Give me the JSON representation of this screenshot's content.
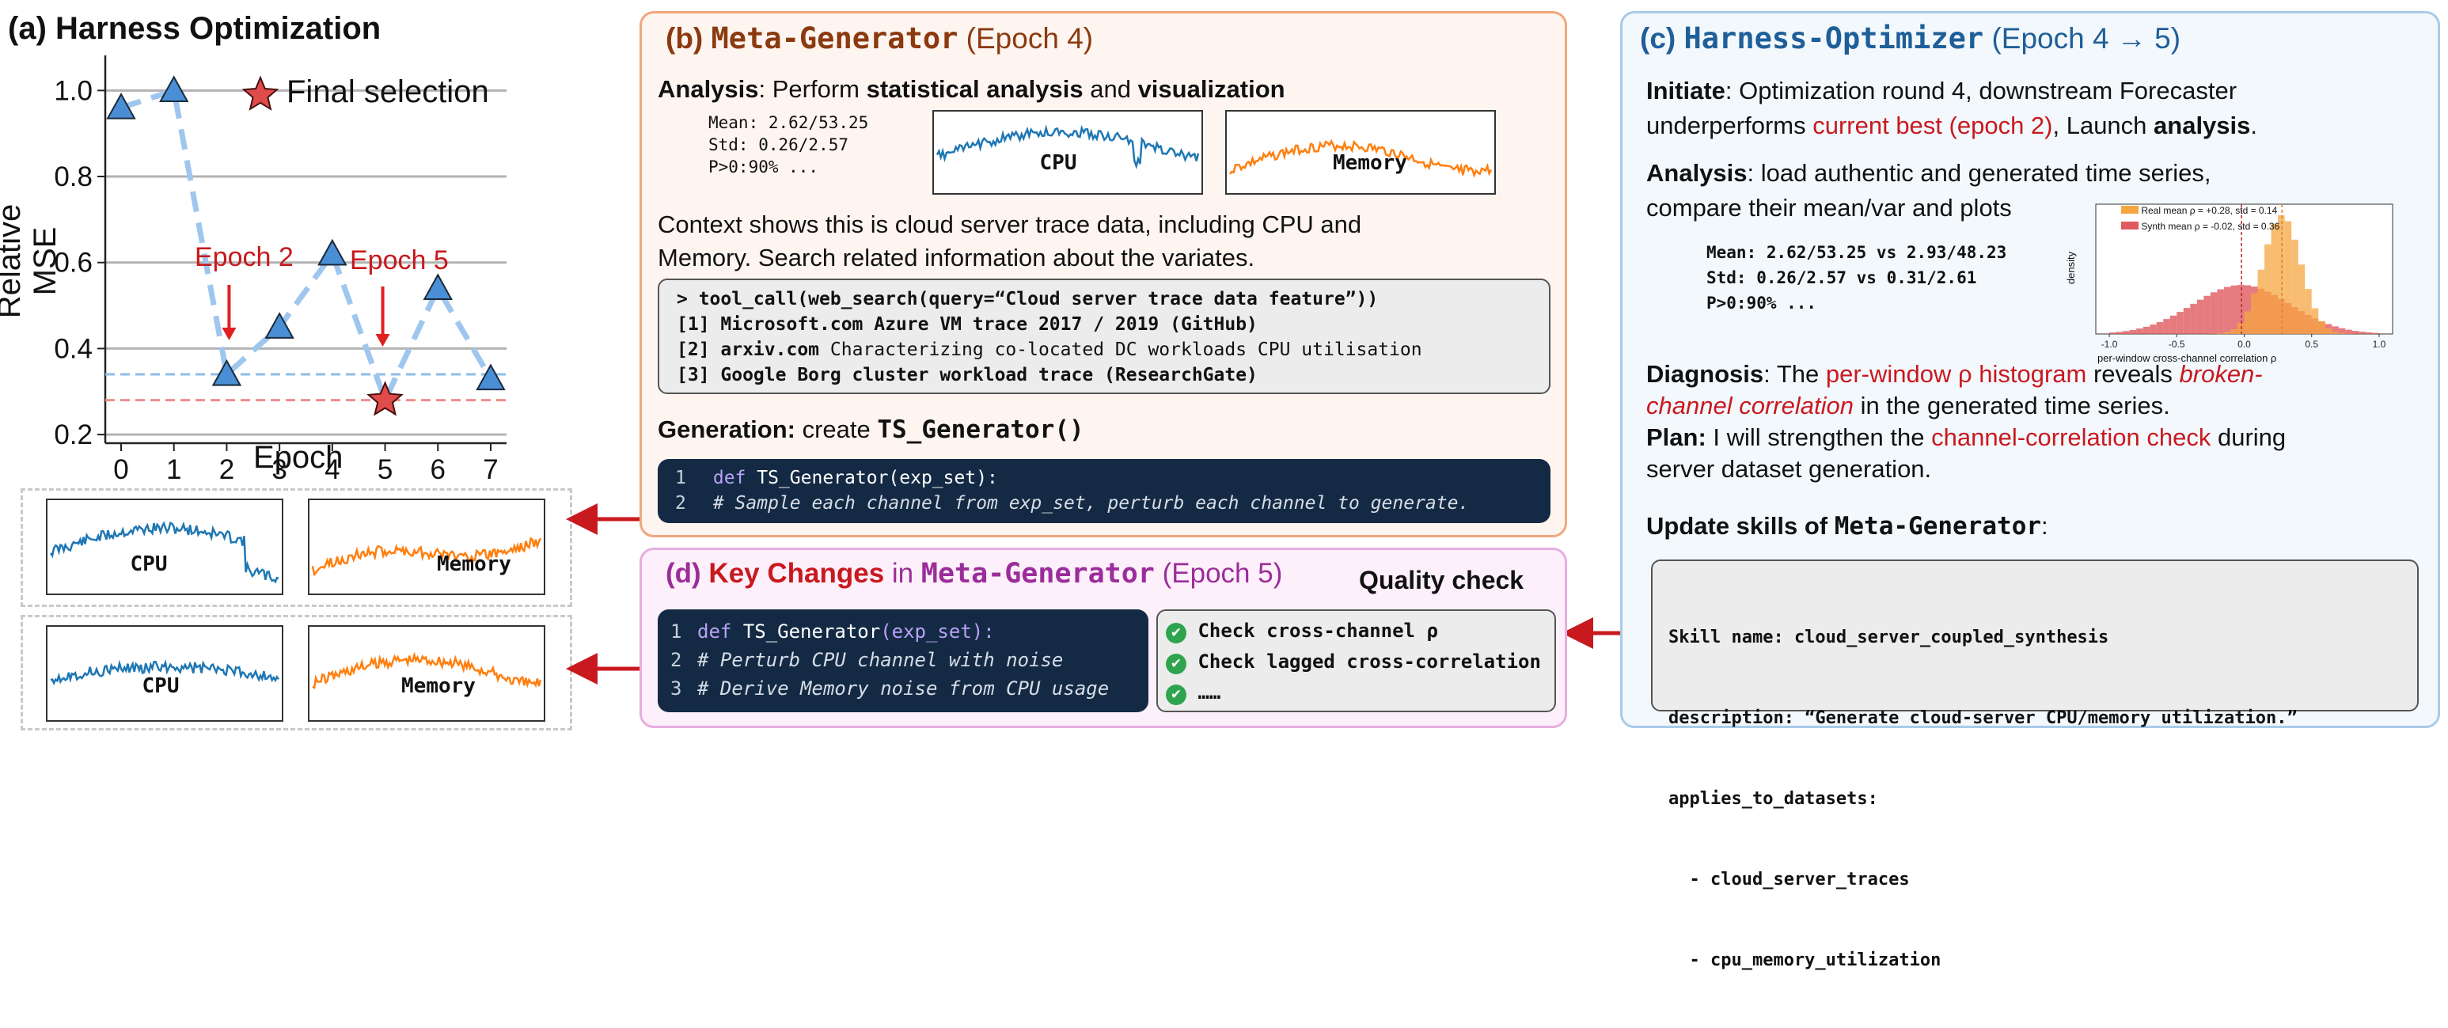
{
  "panel_a": {
    "title": "(a) Harness Optimization",
    "legend_label": "Final selection",
    "ylabel": "Relative MSE",
    "xlabel": "Epoch",
    "annotations": [
      "Epoch 2",
      "Epoch 5"
    ],
    "thumb_labels": {
      "top_cpu": "CPU",
      "top_memory": "Memory",
      "bottom_cpu": "CPU",
      "bottom_memory": "Memory"
    }
  },
  "chart_data": {
    "type": "line",
    "xlabel": "Epoch",
    "ylabel": "Relative MSE",
    "x": [
      0,
      1,
      2,
      3,
      4,
      5,
      6,
      7
    ],
    "y": [
      0.96,
      1.0,
      0.34,
      0.45,
      0.62,
      0.28,
      0.54,
      0.33
    ],
    "xlim": [
      -0.3,
      7.3
    ],
    "ylim": [
      0.18,
      1.1
    ],
    "xticks": [
      "0",
      "1",
      "2",
      "3",
      "4",
      "5",
      "6",
      "7"
    ],
    "yticks": [
      "0.2",
      "0.4",
      "0.6",
      "0.8",
      "1.0"
    ],
    "best_so_far": [
      0.96,
      0.96,
      0.34,
      0.34,
      0.34,
      0.28,
      0.28,
      0.28
    ],
    "reference_lines": [
      0.34,
      0.28
    ],
    "final_selection": {
      "x": 5,
      "y": 0.28
    },
    "grid": "horizontal",
    "legend": "top-right",
    "colors": {
      "marker": "#4a8fd6",
      "trend": "#9fc6ee",
      "selection": "#e04b4b",
      "ref_blue": "#8fbde8",
      "ref_red": "#ef8d8d"
    }
  },
  "panel_b": {
    "title_prefix": "(b) ",
    "title_name": "Meta-Generator",
    "title_suffix": " (Epoch 4)",
    "analysis_label": "Analysis",
    "analysis_text_1": ": Perform ",
    "analysis_bold_1": "statistical analysis",
    "analysis_text_2": " and ",
    "analysis_bold_2": "visualization",
    "stats": [
      "Mean: 2.62/53.25",
      "Std: 0.26/2.57",
      "P>0:90% ..."
    ],
    "thumb_cpu": "CPU",
    "thumb_memory": "Memory",
    "context_line_1": "Context shows this is cloud server trace data, including CPU  and",
    "context_line_2": "Memory. Search related information about the variates.",
    "tool_call": "> tool_call(web_search(query=“Cloud server trace data feature”))",
    "results": [
      {
        "prefix": "[1] Microsoft.com Azure VM trace 2017 / 2019 (GitHub)",
        "rest": ""
      },
      {
        "prefix": "[2] arxiv.com ",
        "rest": "Characterizing co-located DC workloads CPU utilisation"
      },
      {
        "prefix": "[3] Google Borg cluster workload trace (ResearchGate)",
        "rest": ""
      }
    ],
    "generation_label": "Generation:",
    "generation_text": " create ",
    "generation_code": "TS_Generator()",
    "code_lines": [
      {
        "n": "1",
        "kw": "def ",
        "fn": "TS_Generator",
        "rest": "(exp_set):"
      },
      {
        "n": "2",
        "comment": "# Sample each channel from exp_set, perturb each channel to generate."
      }
    ]
  },
  "panel_c": {
    "title_prefix": "(c) ",
    "title_name": "Harness-Optimizer",
    "title_suffix": " (Epoch 4 → 5)",
    "initiate_label": "Initiate",
    "initiate_text_1": ": Optimization round 4, downstream Forecaster",
    "initiate_text_2a": "underperforms ",
    "initiate_red": "current best (epoch 2)",
    "initiate_text_2b": ", Launch ",
    "initiate_bold": "analysis",
    "initiate_end": ".",
    "analysis_label": "Analysis",
    "analysis_text_1": ": load authentic and generated time series,",
    "analysis_text_2": "compare their mean/var and plots",
    "stats": [
      "Mean: 2.62/53.25 vs 2.93/48.23",
      "Std: 0.26/2.57 vs 0.31/2.61",
      "P>0:90% ..."
    ],
    "hist_legend": [
      "Real   mean ρ = +0.28, std = 0.14",
      "Synth  mean ρ = -0.02, std = 0.36"
    ],
    "hist_xlabel": "per-window cross-channel correlation ρ",
    "hist_ylabel": "density",
    "hist_xticks": [
      "-1.0",
      "-0.5",
      "0.0",
      "0.5",
      "1.0"
    ],
    "diagnosis_label": "Diagnosis",
    "diagnosis_text_1": ": The ",
    "diagnosis_red": "per-window ρ histogram",
    "diagnosis_text_2": " reveals ",
    "diagnosis_italic_1": "broken-",
    "diagnosis_italic_2": "channel correlation",
    "diagnosis_text_3": " in the generated time series.",
    "plan_label": "Plan:",
    "plan_text_1": " I will strengthen the ",
    "plan_red": "channel-correlation check",
    "plan_text_2": " during",
    "plan_text_3": "server dataset generation.",
    "update_label": "Update skills of ",
    "update_code": "Meta-Generator",
    "update_end": ":",
    "skill_lines": [
      "Skill name: cloud_server_coupled_synthesis",
      "description: “Generate cloud-server CPU/memory utilization.”",
      "applies_to_datasets:",
      "  - cloud_server_traces",
      "  - cpu_memory_utilization"
    ]
  },
  "panel_d": {
    "title_prefix": "(d) ",
    "title_red": "Key Changes",
    "title_in": " in ",
    "title_name": "Meta-Generator",
    "title_suffix": " (Epoch 5)",
    "quality_label": "Quality check",
    "code_lines": [
      {
        "n": "1",
        "kw": "def ",
        "fn": "TS_Generator",
        "rest": "(exp_set):"
      },
      {
        "n": "2",
        "comment": "# Perturb CPU channel with noise"
      },
      {
        "n": "3",
        "comment": "# Derive Memory noise from CPU usage"
      }
    ],
    "checks": [
      "Check cross-channel ρ",
      "Check lagged cross-correlation",
      "……"
    ]
  },
  "colors": {
    "cpu": "#1f77b4",
    "memory": "#ff7f0e",
    "red": "#c8191e",
    "brown": "#8b3a0f",
    "blue_title": "#1f5f99",
    "purple": "#9b2d9b",
    "panel_b_bg": "#fff5f0",
    "panel_b_border": "#f0a77c",
    "panel_c_bg": "#f3f8fd",
    "panel_c_border": "#a9cbe8",
    "panel_d_bg": "#fdf0fb",
    "panel_d_border": "#e6aee0",
    "code_bg": "#142a44",
    "check_green": "#2ea44f"
  }
}
